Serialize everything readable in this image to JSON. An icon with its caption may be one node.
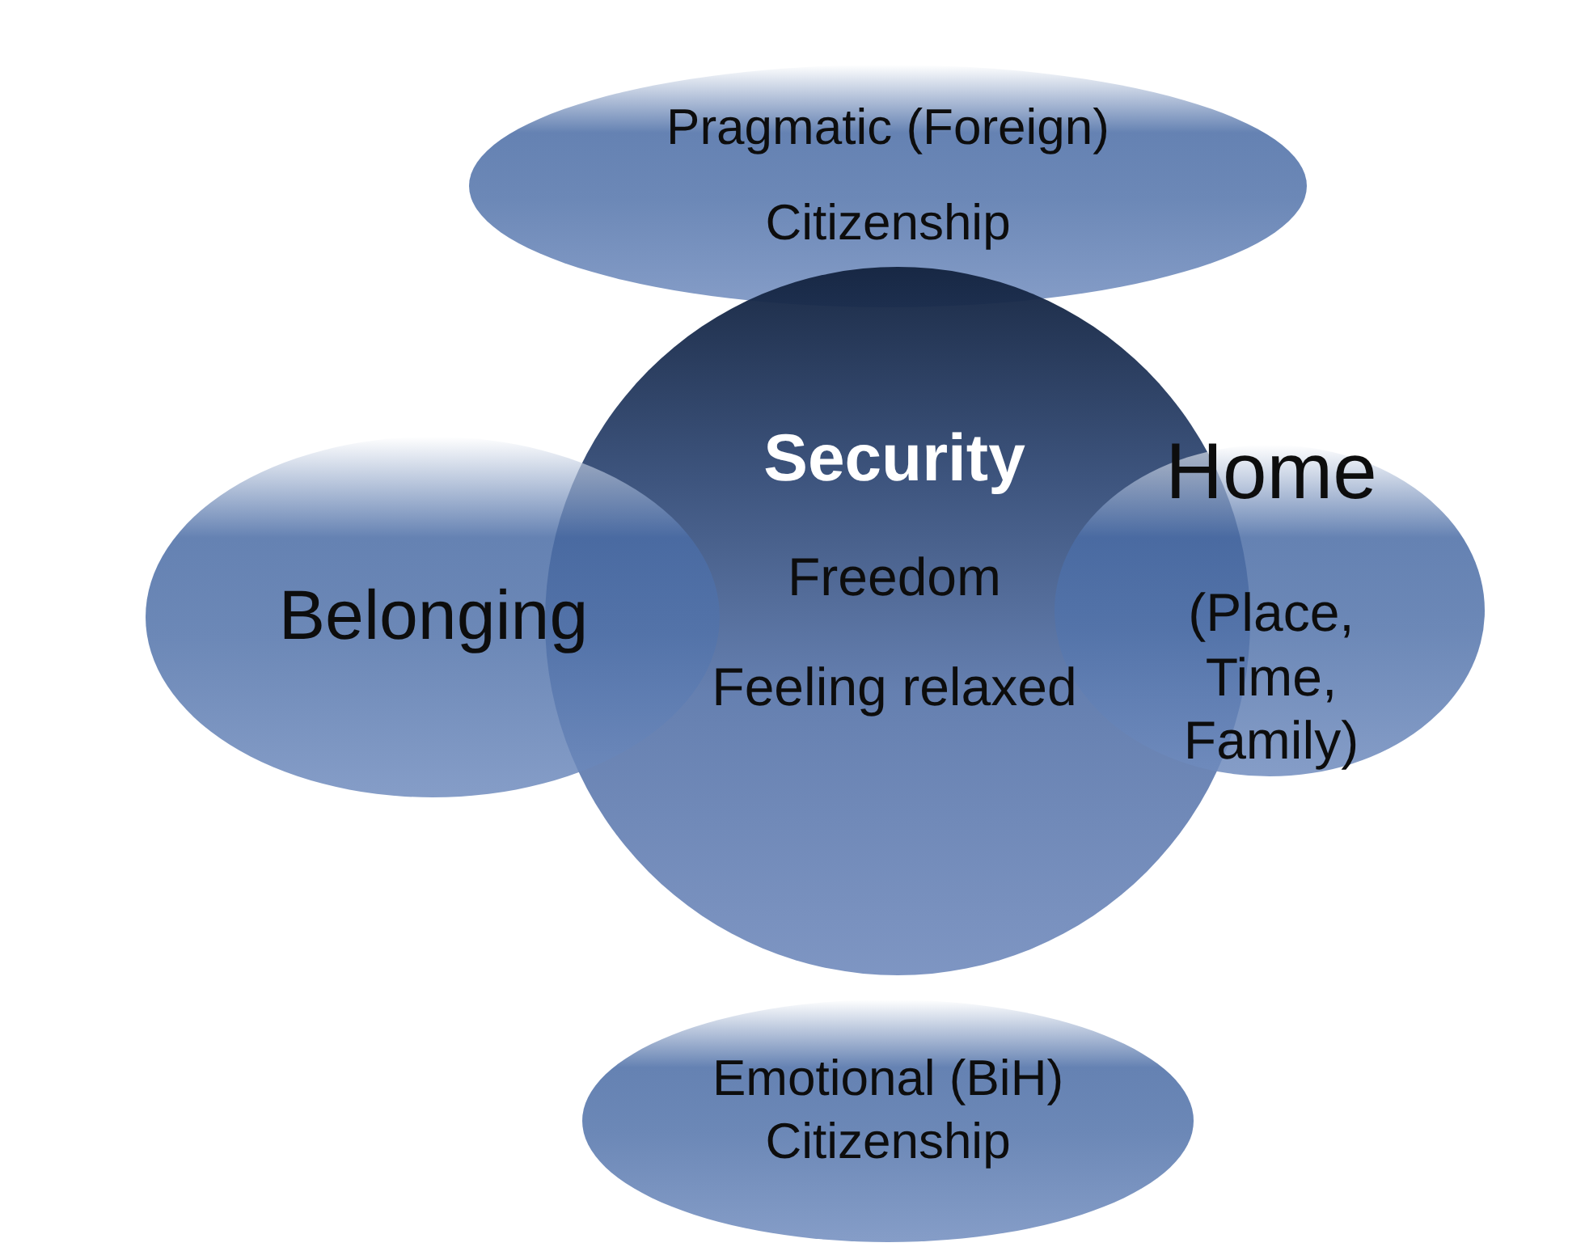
{
  "diagram": {
    "nodes": [
      {
        "text": [
          "Pragmatic (Foreign) Citizenship"
        ]
      },
      {
        "text": [
          "Security",
          "Freedom",
          "Feeling relaxed"
        ]
      },
      {
        "text": [
          "Belonging"
        ]
      },
      {
        "text": [
          "Home",
          "(Place, Time, Family)"
        ]
      },
      {
        "text": [
          "Emotional (BiH) Citizenship"
        ]
      }
    ]
  }
}
